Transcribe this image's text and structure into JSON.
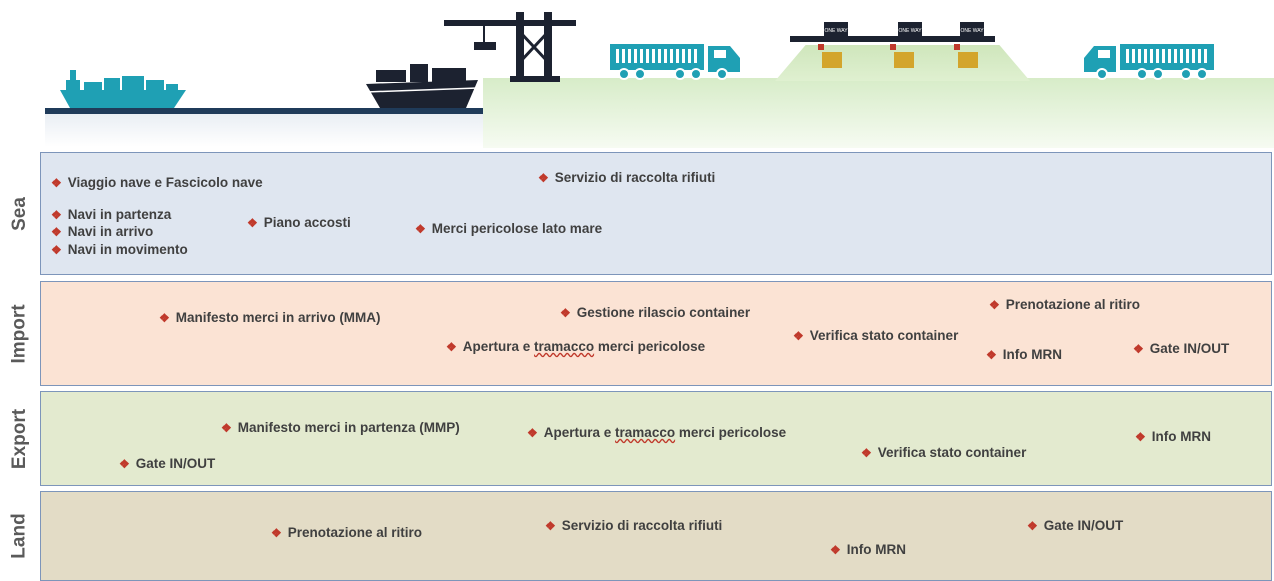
{
  "colors": {
    "sea": "#dfe6f0",
    "import": "#fbe3d4",
    "export": "#e3eacf",
    "land": "#e3dcc6",
    "bullet": "#c0392b",
    "ship": "#1fa0b4"
  },
  "sections": {
    "sea": "Sea",
    "import": "Import",
    "export": "Export",
    "land": "Land"
  },
  "gate_sign": "ONE WAY",
  "bullet": "❖",
  "sea": {
    "viaggio": "Viaggio nave e Fascicolo nave",
    "raccolta": "Servizio di raccolta rifiuti",
    "partenza": "Navi in partenza",
    "arrivo": "Navi in arrivo",
    "movimento": "Navi in movimento",
    "accosti": "Piano accosti",
    "pericolose": "Merci pericolose lato mare"
  },
  "import": {
    "mma": "Manifesto merci in arrivo (MMA)",
    "rilascio": "Gestione rilascio container",
    "prenotazione": "Prenotazione al ritiro",
    "verifica": "Verifica stato container",
    "apertura_pre": "Apertura e ",
    "apertura_mid": "tramacco",
    "apertura_post": " merci pericolose",
    "mrn": "Info MRN",
    "gate": "Gate IN/OUT"
  },
  "export": {
    "mmp": "Manifesto merci in partenza (MMP)",
    "apertura_pre": "Apertura e ",
    "apertura_mid": "tramacco",
    "apertura_post": " merci pericolose",
    "mrn": "Info MRN",
    "verifica": "Verifica stato container",
    "gate": "Gate IN/OUT"
  },
  "land": {
    "prenotazione": "Prenotazione al ritiro",
    "raccolta": "Servizio di raccolta rifiuti",
    "gate": "Gate IN/OUT",
    "mrn": "Info MRN"
  }
}
